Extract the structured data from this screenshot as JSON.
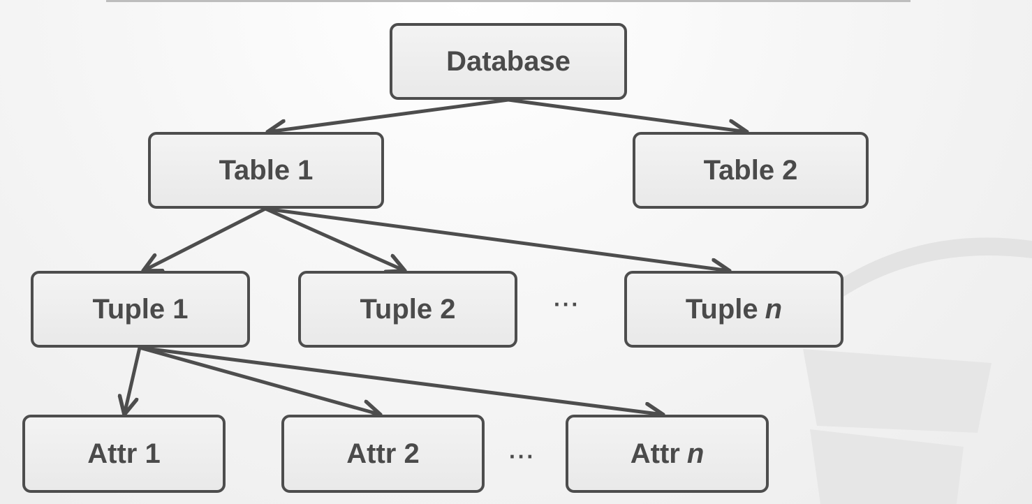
{
  "diagram": {
    "root": "Database",
    "tables": [
      "Table 1",
      "Table 2"
    ],
    "tuples": [
      {
        "label": "Tuple 1",
        "var": ""
      },
      {
        "label": "Tuple 2",
        "var": ""
      },
      {
        "label": "Tuple",
        "var": "n"
      }
    ],
    "attrs": [
      {
        "label": "Attr 1",
        "var": ""
      },
      {
        "label": "Attr 2",
        "var": ""
      },
      {
        "label": "Attr",
        "var": "n"
      }
    ],
    "ellipsis": "···",
    "colors": {
      "stroke": "#4d4d4d",
      "text": "#4a4a4a",
      "box_fill": "#eeeeee"
    }
  }
}
